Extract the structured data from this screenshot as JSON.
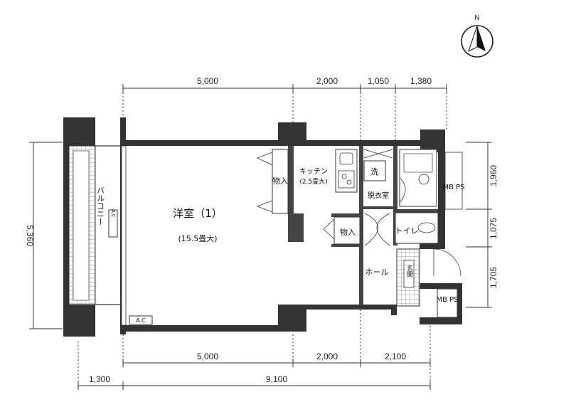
{
  "compass": {
    "north_label": "N"
  },
  "dimensions": {
    "top": [
      "5,000",
      "2,000",
      "1,050",
      "1,380"
    ],
    "bottom_row1": [
      "5,000",
      "2,000",
      "2,100"
    ],
    "bottom_row2": [
      "1,300",
      "9,100"
    ],
    "left": "5,360",
    "right": [
      "1,960",
      "1,075",
      "1,705"
    ]
  },
  "rooms": {
    "western_room": "洋室（1）",
    "western_room_size": "(15.5畳大)",
    "balcony": "バルコニー",
    "closet_1": "物入",
    "closet_2": "物入",
    "kitchen": "キッチン",
    "kitchen_size": "(2.5畳大)",
    "washer": "洗",
    "dressing": "脱衣室",
    "toilet": "トイレ",
    "hall": "ホール",
    "entrance": "玄関",
    "mbps_1": "MB PS",
    "mbps_2": "MB PS",
    "ac_1": "A.C",
    "ac_2": "A.C"
  }
}
